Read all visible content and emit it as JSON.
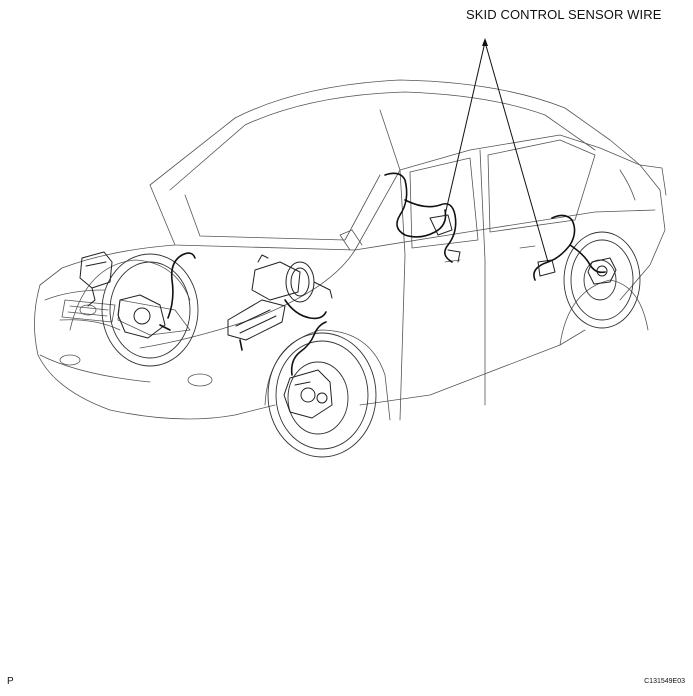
{
  "callout": {
    "label": "SKID CONTROL SENSOR WIRE"
  },
  "footer": {
    "left_mark": "P",
    "figure_code": "C131549E03"
  }
}
